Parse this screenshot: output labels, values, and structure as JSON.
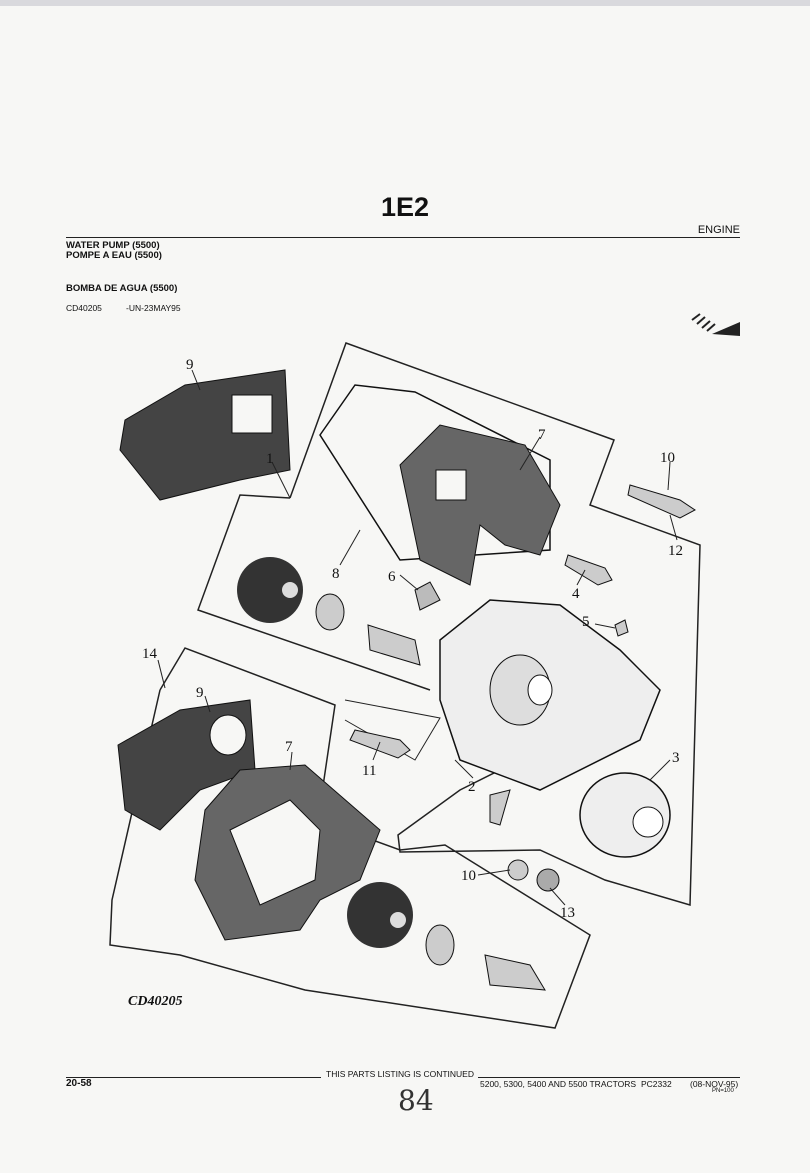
{
  "header": {
    "page_code": "1E2",
    "section": "ENGINE",
    "title_en": "WATER PUMP (5500)",
    "title_fr": "POMPE A EAU (5500)",
    "title_es": "BOMBA DE AGUA (5500)",
    "illustration_ref": "CD40205",
    "illustration_date": "-UN-23MAY95"
  },
  "diagram": {
    "figure_id": "CD40205",
    "callouts": [
      "9",
      "1",
      "7",
      "10",
      "12",
      "4",
      "8",
      "6",
      "5",
      "3",
      "14",
      "9",
      "7",
      "11",
      "2",
      "10",
      "13"
    ]
  },
  "footer": {
    "page_number": "20-58",
    "continued": "THIS PARTS LISTING IS CONTINUED",
    "models": "5200, 5300, 5400 AND 5500 TRACTORS",
    "catalog": "PC2332",
    "date": "(08-NOV-95)",
    "pn": "PN=100",
    "handwritten_page": "84"
  }
}
